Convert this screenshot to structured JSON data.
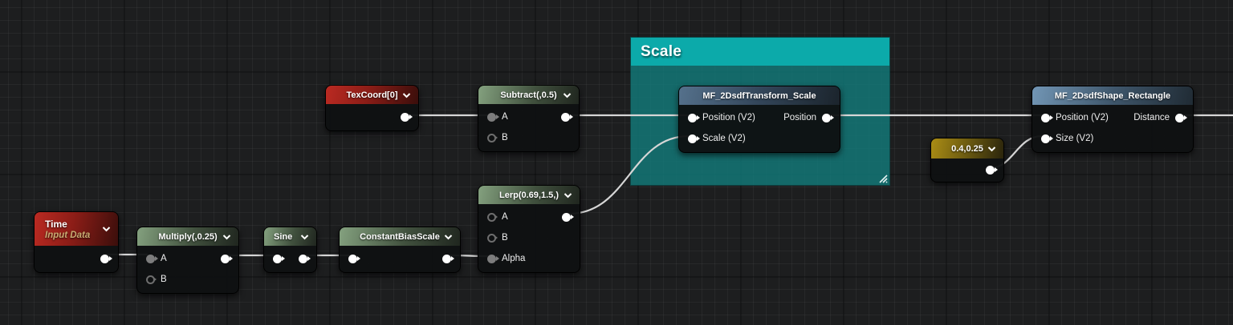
{
  "editor": {
    "background_color": "#1d1e1f",
    "wire_color": "#d6d6d6",
    "comment_color": "#0caaaa"
  },
  "comment": {
    "label": "Scale"
  },
  "nodes": {
    "time": {
      "title": "Time",
      "subtitle": "Input Data"
    },
    "multiply": {
      "title": "Multiply(,0.25)",
      "pin_a": "A",
      "pin_b": "B"
    },
    "sine": {
      "title": "Sine"
    },
    "constant_bias_scale": {
      "title": "ConstantBiasScale"
    },
    "lerp": {
      "title": "Lerp(0.69,1.5,)",
      "pin_a": "A",
      "pin_b": "B",
      "pin_alpha": "Alpha"
    },
    "texcoord": {
      "title": "TexCoord[0]"
    },
    "subtract": {
      "title": "Subtract(,0.5)",
      "pin_a": "A",
      "pin_b": "B"
    },
    "transform_scale": {
      "title": "MF_2DsdfTransform_Scale",
      "pin_position_in": "Position (V2)",
      "pin_scale_in": "Scale (V2)",
      "pin_position_out": "Position"
    },
    "shape_rectangle": {
      "title": "MF_2DsdfShape_Rectangle",
      "pin_position_in": "Position (V2)",
      "pin_size_in": "Size (V2)",
      "pin_distance_out": "Distance"
    },
    "constant_vector": {
      "title": "0.4,0.25"
    }
  }
}
